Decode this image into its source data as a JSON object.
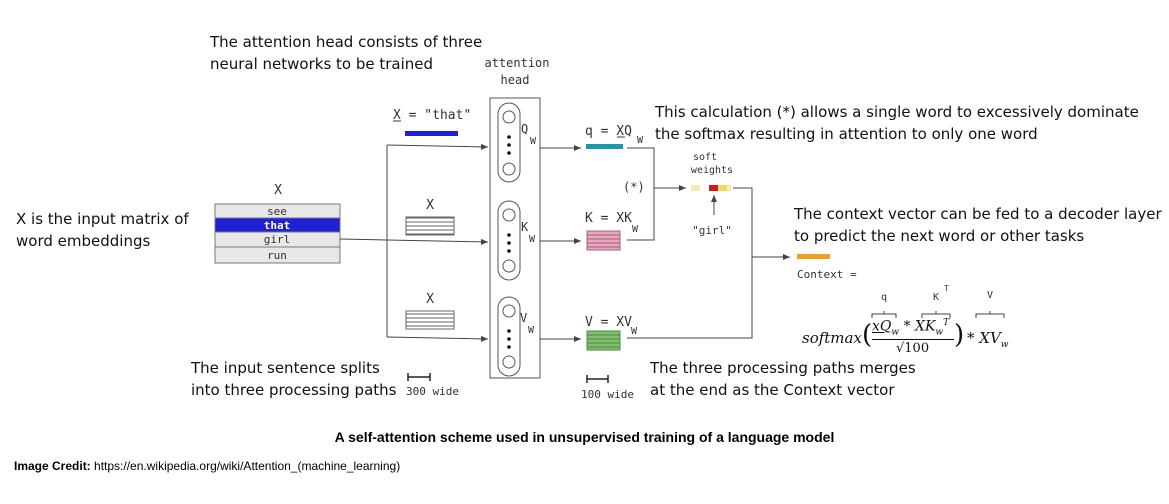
{
  "annotations": {
    "head_note": [
      "The attention head consists of three",
      "neural networks to be trained"
    ],
    "calc_note": [
      "This calculation (*) allows a single word to excessively dominate",
      "the softmax resulting in attention to only one word"
    ],
    "input_note": [
      "X is the input matrix of",
      "word embeddings"
    ],
    "context_note": [
      "The context vector can be fed to a decoder layer",
      "to predict the next word or other tasks"
    ],
    "split_note": [
      "The input sentence splits",
      "into three processing paths"
    ],
    "merge_note": [
      "The three processing paths merges",
      "at the end as the Context vector"
    ]
  },
  "diagram": {
    "attention_head_label": [
      "attention",
      "head"
    ],
    "x_current": "X = \"that\"",
    "x_label": "X",
    "words": [
      "see",
      "that",
      "girl",
      "run"
    ],
    "highlighted_word": "that",
    "q_label": "q = XQ",
    "k_label": "K = XK",
    "v_label": "V = XV",
    "subscript_w": "W",
    "q_net": "Q",
    "k_net": "K",
    "v_net": "V",
    "soft_weights": [
      "soft",
      "weights"
    ],
    "star": "(*)",
    "girl": "\"girl\"",
    "context_label": "Context =",
    "width_300": "300 wide",
    "width_100": "100 wide",
    "formula_q": "q",
    "formula_k": "K",
    "formula_t": "T",
    "formula_v": "V",
    "formula": {
      "softmax": "softmax",
      "numerator": "xQ",
      "numerator_sub": "w",
      "times": " * XK",
      "k_sub": "w",
      "k_sup": "T",
      "denominator": "√100",
      "tail": "* XV",
      "tail_sub": "w"
    }
  },
  "caption": "A self-attention scheme used in unsupervised training of a language model",
  "credit": {
    "label": "Image Credit:",
    "url": "https://en.wikipedia.org/wiki/Attention_(machine_learning)"
  },
  "colors": {
    "highlight": "#1f1fd6",
    "q_vec": "#1a9aa8",
    "k_vec": "#e8a8c0",
    "v_vec": "#7fbf6f",
    "context": "#f0a020",
    "weight_hot": "#d81818",
    "weight_warm": "#f5d85a",
    "weight_light": "#f7e9b0"
  }
}
